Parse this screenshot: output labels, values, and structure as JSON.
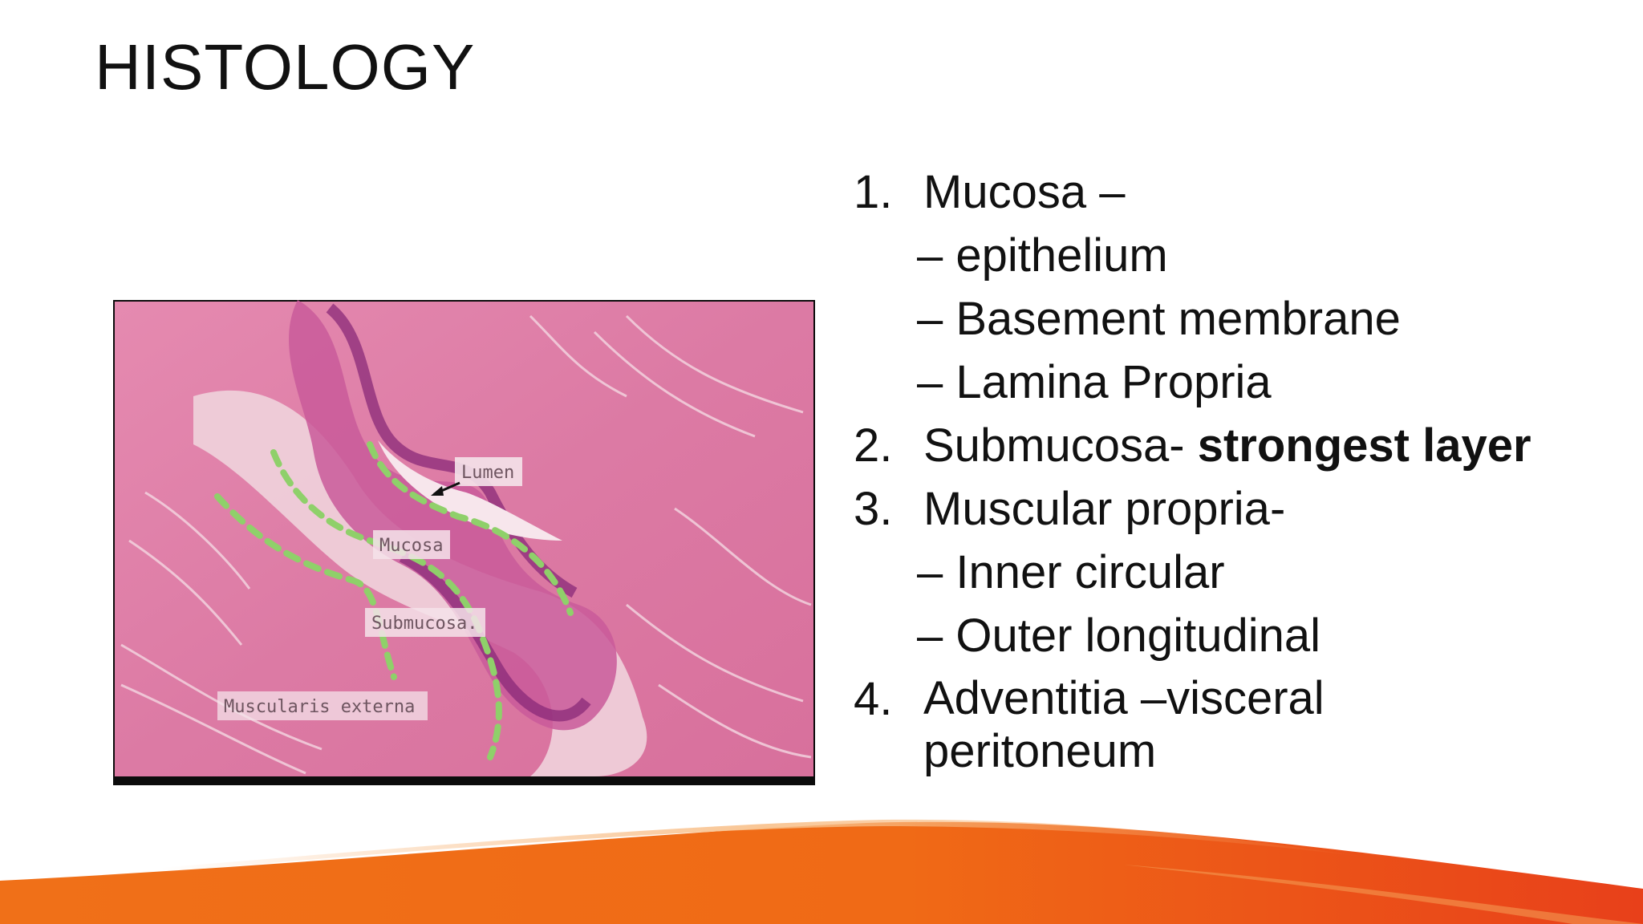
{
  "slide": {
    "title": "HISTOLOGY"
  },
  "image": {
    "labels": {
      "lumen": "Lumen",
      "mucosa": "Mucosa",
      "submucosa": "Submucosa.",
      "muscularis": "Muscularis externa"
    }
  },
  "bullets": {
    "item1": {
      "num": "1.",
      "text": "Mucosa –"
    },
    "sub1a": "– epithelium",
    "sub1b": "– Basement membrane",
    "sub1c": "– Lamina Propria",
    "item2": {
      "num": "2.",
      "text": "Submucosa- ",
      "bold": "strongest layer"
    },
    "item3": {
      "num": "3.",
      "text": "Muscular propria-"
    },
    "sub3a": "– Inner circular",
    "sub3b": "– Outer longitudinal",
    "item4": {
      "num": "4.",
      "line1": "Adventitia –visceral",
      "line2": "peritoneum"
    }
  },
  "colors": {
    "wave_orange": "#f07018",
    "wave_red": "#e8401a",
    "tissue_pink": "#d8709a",
    "epithelium_purple": "#8a2a78",
    "dashed_line_green": "#8fd06a"
  }
}
